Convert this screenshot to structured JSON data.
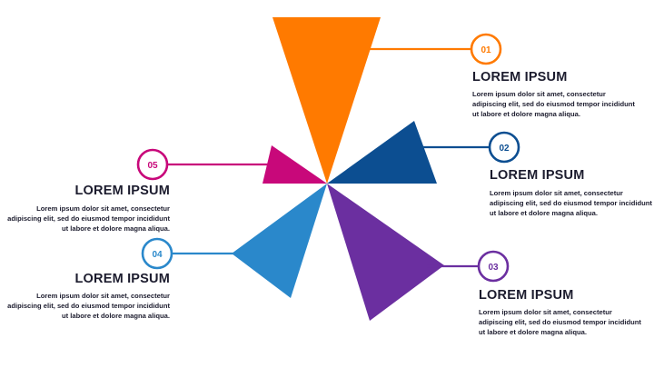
{
  "colors": {
    "orange": "#FF7A00",
    "navy": "#0C4E91",
    "purple": "#6B2FA0",
    "blue": "#2A88CB",
    "magenta": "#C8087A",
    "text": "#1C1C2E"
  },
  "items": [
    {
      "number": "01",
      "title": "LOREM IPSUM",
      "text": "Lorem ipsum dolor sit amet, consectetur adipiscing elit, sed do eiusmod tempor incididunt ut labore et dolore magna aliqua.",
      "color": "#FF7A00"
    },
    {
      "number": "02",
      "title": "LOREM IPSUM",
      "text": "Lorem ipsum dolor sit amet, consectetur adipiscing elit, sed do eiusmod tempor incididunt ut labore et dolore magna aliqua.",
      "color": "#0C4E91"
    },
    {
      "number": "03",
      "title": "LOREM IPSUM",
      "text": "Lorem ipsum dolor sit amet, consectetur adipiscing elit, sed do eiusmod tempor incididunt ut labore et dolore magna aliqua.",
      "color": "#6B2FA0"
    },
    {
      "number": "04",
      "title": "LOREM IPSUM",
      "text": "Lorem ipsum dolor sit amet, consectetur adipiscing elit, sed do eiusmod tempor incididunt ut labore et dolore magna aliqua.",
      "color": "#2A88CB"
    },
    {
      "number": "05",
      "title": "LOREM IPSUM",
      "text": "Lorem ipsum dolor sit amet, consectetur adipiscing elit, sed do eiusmod tempor incididunt ut labore et dolore magna aliqua.",
      "color": "#C8087A"
    }
  ]
}
